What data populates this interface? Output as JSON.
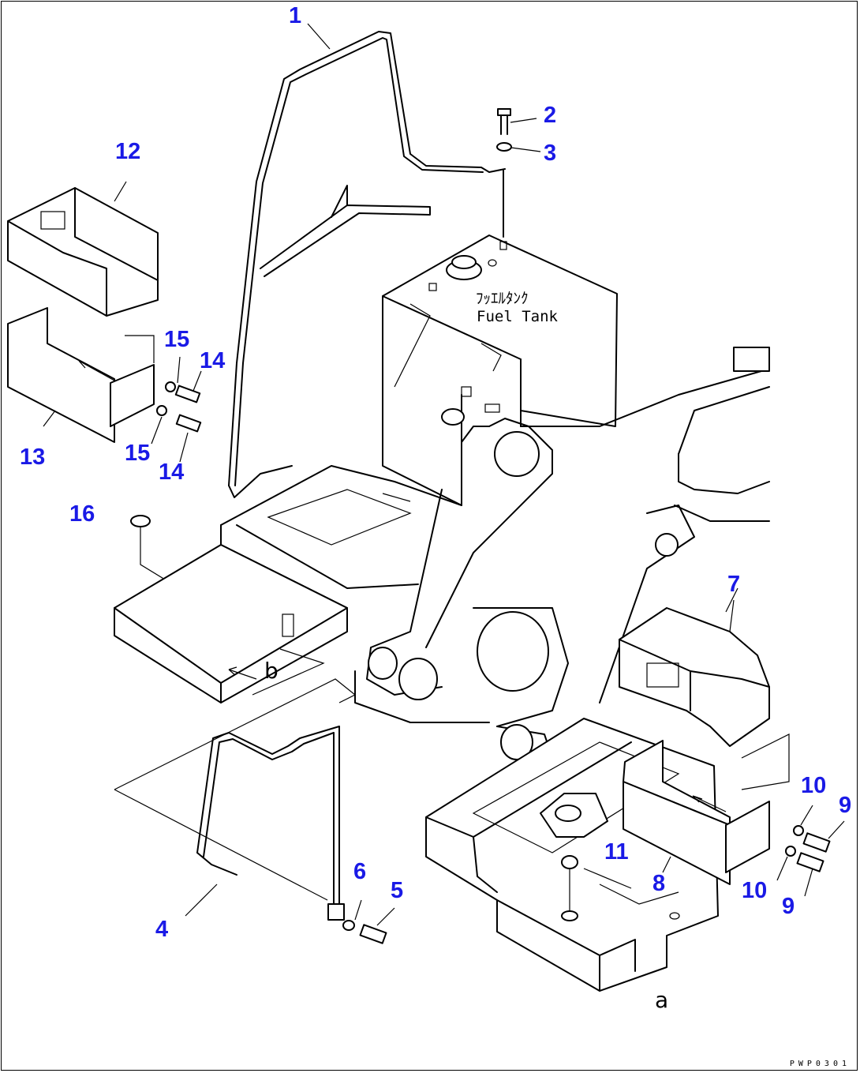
{
  "diagram": {
    "fuel_tank_label_jp": "ﾌｯｴﾙﾀﾝｸ",
    "fuel_tank_label_en": "Fuel Tank",
    "drawing_code": "PWP0301",
    "reference_letters": {
      "a": "a",
      "b": "b"
    },
    "callouts": {
      "c1": "1",
      "c2": "2",
      "c3": "3",
      "c4": "4",
      "c5": "5",
      "c6": "6",
      "c7": "7",
      "c8": "8",
      "c9a": "9",
      "c9b": "9",
      "c10a": "10",
      "c10b": "10",
      "c11": "11",
      "c12": "12",
      "c13": "13",
      "c14a": "14",
      "c14b": "14",
      "c15a": "15",
      "c15b": "15",
      "c16": "16"
    },
    "colors": {
      "callout": "#1a1ae6",
      "line": "#000000",
      "background": "#ffffff"
    }
  }
}
